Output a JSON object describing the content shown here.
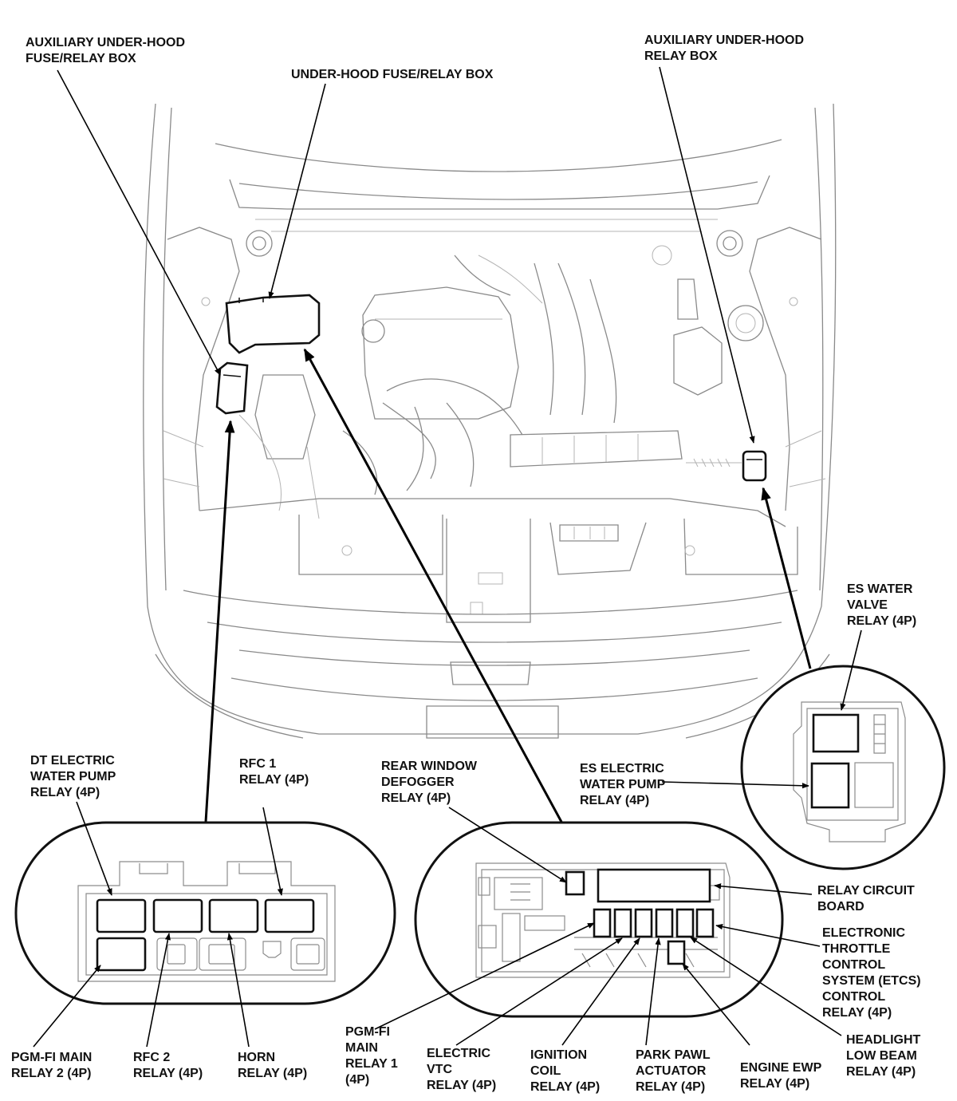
{
  "labels": {
    "aux_fuse_relay_box": [
      "AUXILIARY UNDER-HOOD",
      "FUSE/RELAY BOX"
    ],
    "fuse_relay_box": [
      "UNDER-HOOD FUSE/RELAY BOX"
    ],
    "aux_relay_box": [
      "AUXILIARY UNDER-HOOD",
      "RELAY BOX"
    ],
    "es_water_valve": [
      "ES WATER",
      "VALVE",
      "RELAY (4P)"
    ],
    "es_electric_water_pump": [
      "ES ELECTRIC",
      "WATER PUMP",
      "RELAY (4P)"
    ],
    "dt_electric_water_pump": [
      "DT ELECTRIC",
      "WATER PUMP",
      "RELAY (4P)"
    ],
    "rfc1": [
      "RFC 1",
      "RELAY (4P)"
    ],
    "rear_window_defogger": [
      "REAR WINDOW",
      "DEFOGGER",
      "RELAY (4P)"
    ],
    "relay_circuit_board": [
      "RELAY CIRCUIT",
      "BOARD"
    ],
    "etcs_control": [
      "ELECTRONIC",
      "THROTTLE",
      "CONTROL",
      "SYSTEM (ETCS)",
      "CONTROL",
      "RELAY (4P)"
    ],
    "pgmfi_main2": [
      "PGM-FI MAIN",
      "RELAY 2 (4P)"
    ],
    "rfc2": [
      "RFC 2",
      "RELAY (4P)"
    ],
    "horn": [
      "HORN",
      "RELAY (4P)"
    ],
    "pgmfi_main1": [
      "PGM-FI",
      "MAIN",
      "RELAY 1",
      "(4P)"
    ],
    "electric_vtc": [
      "ELECTRIC",
      "VTC",
      "RELAY (4P)"
    ],
    "ignition_coil": [
      "IGNITION",
      "COIL",
      "RELAY (4P)"
    ],
    "park_pawl": [
      "PARK PAWL",
      "ACTUATOR",
      "RELAY (4P)"
    ],
    "engine_ewp": [
      "ENGINE EWP",
      "RELAY (4P)"
    ],
    "headlight_low_beam": [
      "HEADLIGHT",
      "LOW BEAM",
      "RELAY (4P)"
    ]
  }
}
